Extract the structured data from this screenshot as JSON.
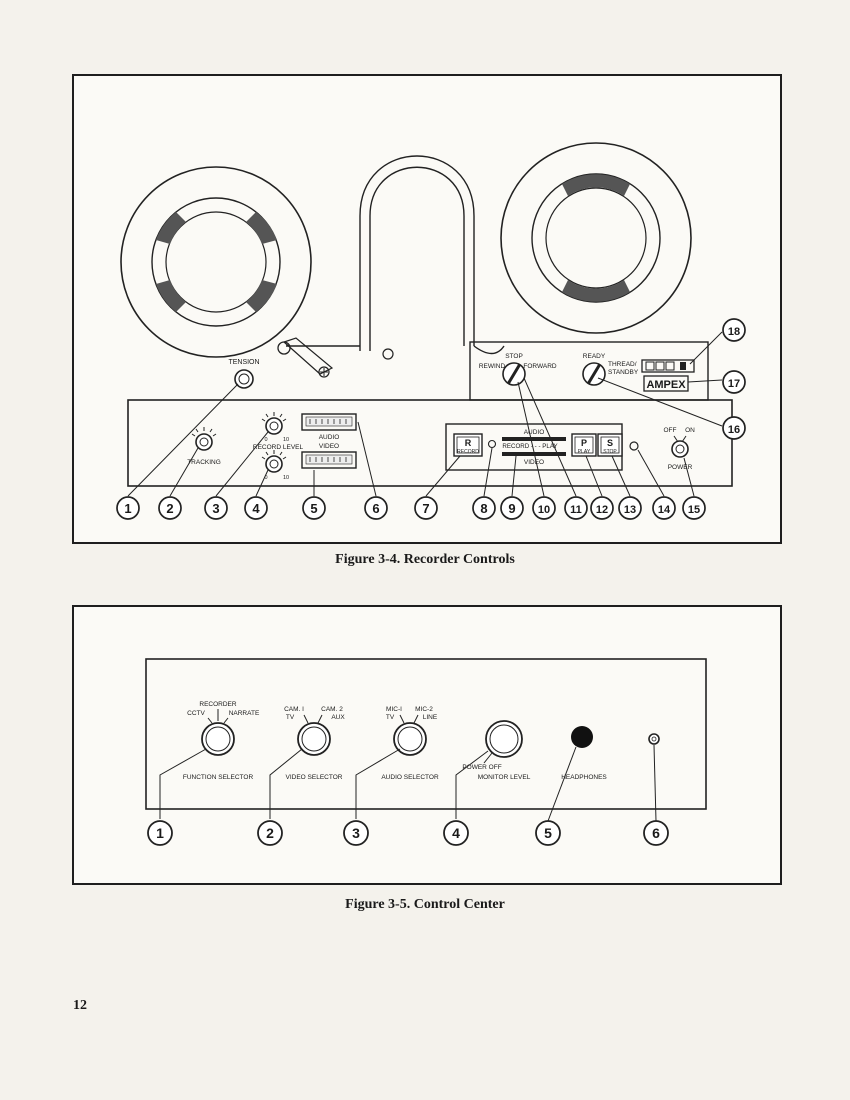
{
  "figure1": {
    "caption": "Figure 3-4.  Recorder Controls",
    "labels": {
      "tension": "TENSION",
      "tracking": "TRACKING",
      "record_level": "RECORD LEVEL",
      "audio_meter": "AUDIO",
      "video_meter": "VIDEO",
      "stop": "STOP",
      "rewind": "REWIND",
      "forward": "FORWARD",
      "ready": "READY",
      "thread": "THREAD/",
      "standby": "STANDBY",
      "brand": "AMPEX",
      "audio_bar": "AUDIO",
      "record_play": "RECORD - - - PLAY",
      "video_bar": "VIDEO",
      "record_btn_letter": "R",
      "record_btn_text": "RECORD",
      "play_btn_letter": "P",
      "play_btn_text": "PLAY",
      "stop_btn_letter": "S",
      "stop_btn_text": "STOP",
      "off": "OFF",
      "on": "ON",
      "power": "POWER",
      "dial_min": "0",
      "dial_max": "10"
    },
    "callouts": [
      "1",
      "2",
      "3",
      "4",
      "5",
      "6",
      "7",
      "8",
      "9",
      "10",
      "11",
      "12",
      "13",
      "14",
      "15",
      "16",
      "17",
      "18"
    ]
  },
  "figure2": {
    "caption": "Figure 3-5.  Control Center",
    "labels": {
      "recorder": "RECORDER",
      "cctv": "CCTV",
      "narrate": "NARRATE",
      "function_selector": "FUNCTION SELECTOR",
      "cam1": "CAM. I",
      "cam2": "CAM. 2",
      "tv1": "TV",
      "aux": "AUX",
      "video_selector": "VIDEO SELECTOR",
      "mic1": "MIC-I",
      "mic2": "MIC-2",
      "tv2": "TV",
      "line": "LINE",
      "audio_selector": "AUDIO SELECTOR",
      "power_off": "POWER OFF",
      "monitor_level": "MONITOR LEVEL",
      "headphones": "HEADPHONES"
    },
    "callouts": [
      "1",
      "2",
      "3",
      "4",
      "5",
      "6"
    ]
  },
  "page_number": "12"
}
